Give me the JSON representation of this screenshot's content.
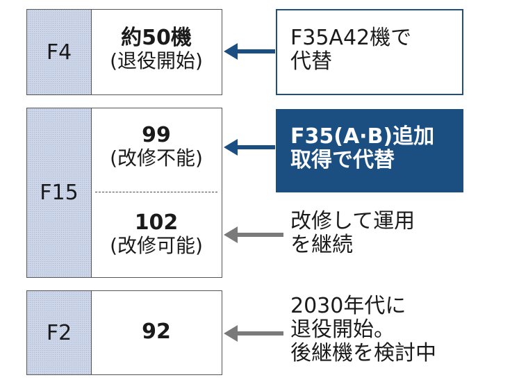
{
  "aircraft": [
    {
      "label": "F4",
      "count": "約50機",
      "status": "(退役開始)",
      "plan": "F35A42機で\n代替"
    },
    {
      "label": "F15",
      "groups": [
        {
          "count": "99",
          "status": "(改修不能)",
          "plan": "F35(A·B)追加\n取得で代替"
        },
        {
          "count": "102",
          "status": "(改修可能)",
          "plan": "改修して運用\nを継続"
        }
      ]
    },
    {
      "label": "F2",
      "count": "92",
      "plan": "2030年代に\n退役開始。\n後継機を検討中"
    }
  ],
  "colors": {
    "navy": "#1b4f82",
    "label_fill": "#cdd6e8",
    "gray_arrow": "#7a7a7a"
  }
}
